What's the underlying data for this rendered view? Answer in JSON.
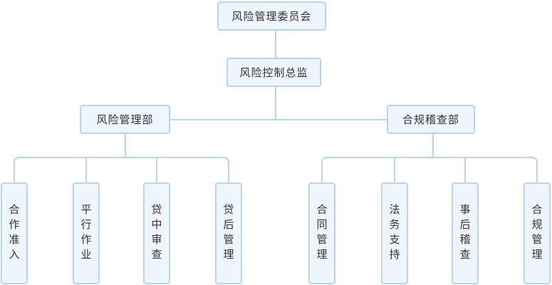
{
  "org_chart": {
    "root": "风险管理委员会",
    "level2": "风险控制总监",
    "departments": [
      {
        "name": "风险管理部",
        "children": [
          "合作准入",
          "平行作业",
          "贷中审查",
          "贷后管理"
        ]
      },
      {
        "name": "合规稽查部",
        "children": [
          "合同管理",
          "法务支持",
          "事后稽查",
          "合规管理"
        ]
      }
    ]
  },
  "colors": {
    "box_fill": "#eef5fc",
    "box_border": "#b7d5f1",
    "connector": "#b7d5f1",
    "text": "#333333"
  }
}
